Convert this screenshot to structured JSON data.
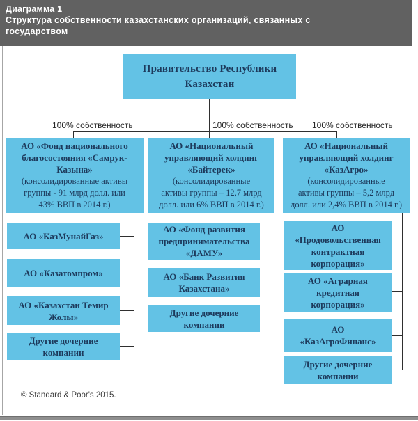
{
  "header": {
    "figure_label": "Диаграмма 1",
    "title": "Структура собственности казахстанских организаций, связанных с\nгосударством"
  },
  "root": {
    "label": "Правительство Республики\nКазахстан"
  },
  "ownership_labels": [
    "100% собственность",
    "100% собственность",
    "100% собственность"
  ],
  "holdings": [
    {
      "name": "АО «Фонд национального\nблагосостояния «Самрук-\nКазына»",
      "note": "(консолидированные активы\nгруппы - 91 млрд долл. или\n43% ВВП в 2014 г.)"
    },
    {
      "name": "АО «Национальный\nуправляющий холдинг\n«Байтерек»",
      "note": "(консолидированные\nактивы группы – 12,7 млрд\nдолл. или 6% ВВП в 2014 г.)"
    },
    {
      "name": "АО «Национальный\nуправляющий холдинг\n«КазАгро»",
      "note": "(консолидированные\nактивы группы – 5,2 млрд\nдолл. или 2,4% ВВП в 2014 г.)"
    }
  ],
  "subsidiaries": {
    "samruk": [
      {
        "label": "АО «КазМунайГаз»"
      },
      {
        "label": "АО «Казатомпром»"
      },
      {
        "label": "АО «Казахстан Темир\nЖолы»"
      },
      {
        "label": "Другие дочерние\nкомпании"
      }
    ],
    "baiterek": [
      {
        "label": "АО «Фонд развития\nпредпринимательства\n«ДАМУ»"
      },
      {
        "label": "АО «Банк Развития\nКазахстана»"
      },
      {
        "label": "Другие дочерние\nкомпании"
      }
    ],
    "kazagro": [
      {
        "label": "АО\n«Продовольственная\nконтрактная\nкорпорация»"
      },
      {
        "label": "АО «Аграрная\nкредитная\nкорпорация»"
      },
      {
        "label": "АО\n«КазАгроФинанс»"
      },
      {
        "label": "Другие дочерние\nкомпании"
      }
    ]
  },
  "footer": {
    "copyright": "© Standard & Poor's 2015."
  },
  "colors": {
    "box_fill": "#63c2e5",
    "box_text": "#1d3a5c",
    "header_bg": "#616161",
    "connector": "#2f2f2f"
  }
}
